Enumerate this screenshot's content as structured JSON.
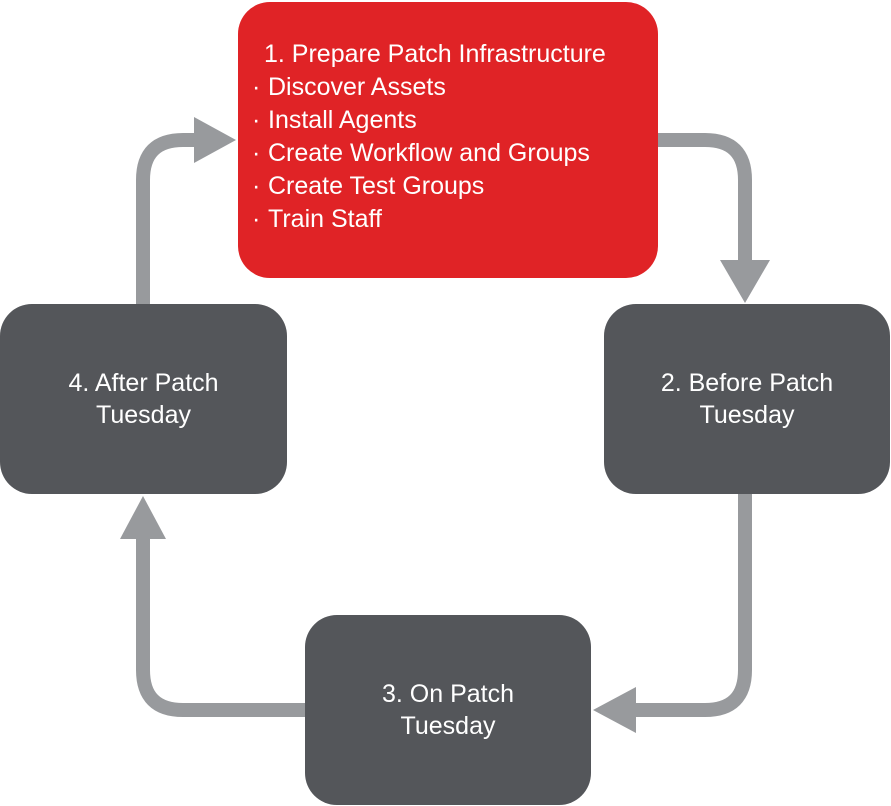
{
  "colors": {
    "highlight_box": "#e02326",
    "step_box": "#54565a",
    "arrow": "#989a9d",
    "text": "#ffffff"
  },
  "steps": [
    {
      "title": "1. Prepare Patch Infrastructure",
      "bullet_symbol": "·",
      "bullets": [
        "Discover Assets",
        "Install Agents",
        "Create Workflow and Groups",
        "Create Test Groups",
        "Train Staff"
      ]
    },
    {
      "title": "2. Before Patch Tuesday"
    },
    {
      "title": "3. On Patch Tuesday"
    },
    {
      "title": "4. After Patch Tuesday"
    }
  ],
  "flow": [
    "1 to 2",
    "2 to 3",
    "3 to 4",
    "4 to 1"
  ]
}
